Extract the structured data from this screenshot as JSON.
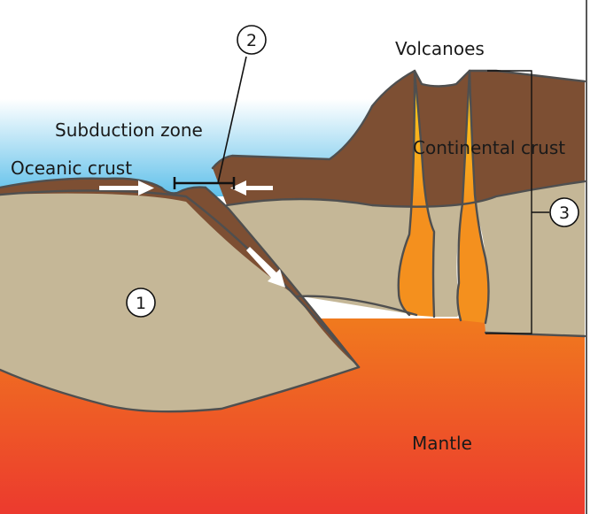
{
  "labels": {
    "volcanoes": "Volcanoes",
    "subduction_zone": "Subduction zone",
    "oceanic_crust": "Oceanic crust",
    "continental_crust": "Continental crust",
    "mantle": "Mantle"
  },
  "callouts": {
    "one": "1",
    "two": "2",
    "three": "3"
  },
  "colors": {
    "sea_top": "#ffffff",
    "sea_bottom": "#5fc0ea",
    "crust": "#7d4f33",
    "lithosphere": "#c5b797",
    "mantle_top": "#f07a1e",
    "mantle_bottom": "#ec3a2e",
    "magma_top": "#ffd21a",
    "magma_bottom": "#f4901e",
    "outline": "#4f4f4f",
    "arrow": "#ffffff"
  }
}
